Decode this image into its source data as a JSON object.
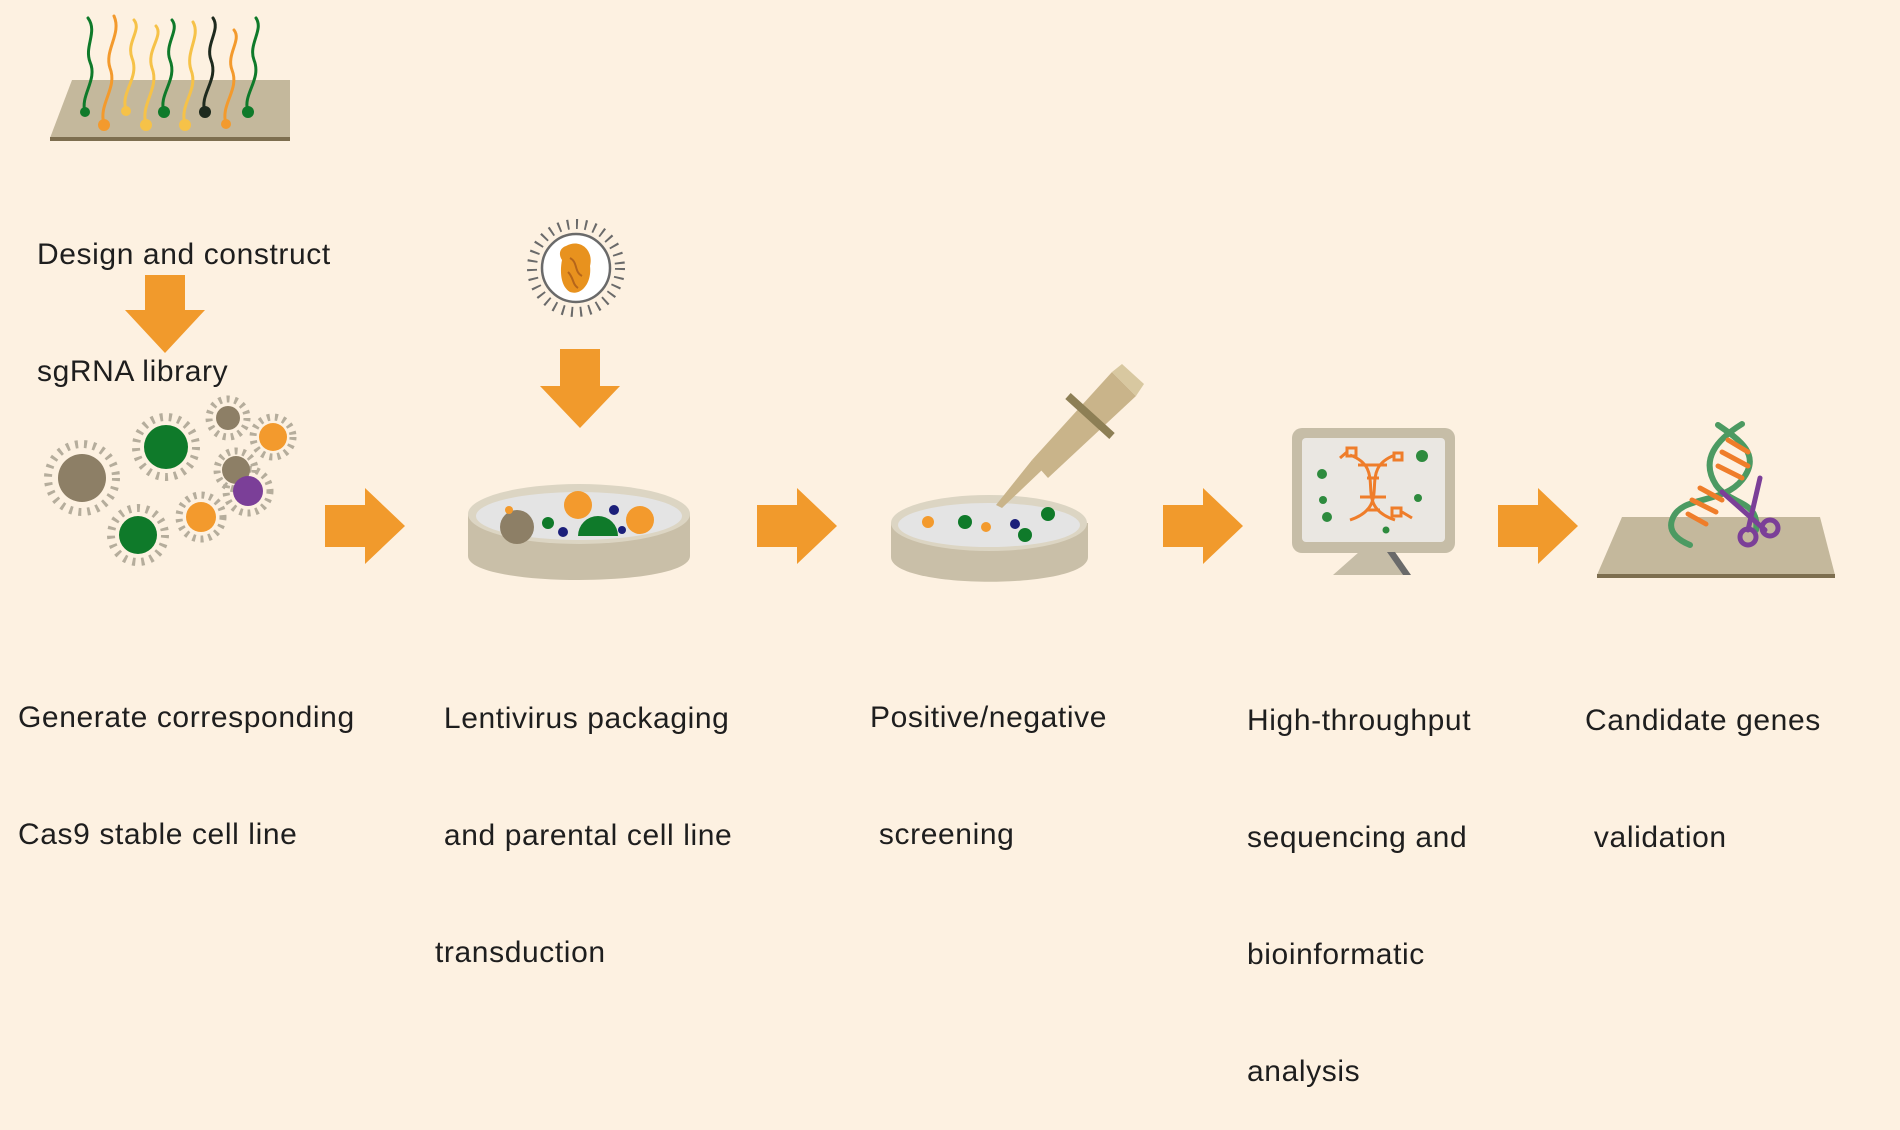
{
  "colors": {
    "background": "#fdf1e1",
    "arrow": "#f19a2c",
    "green": "#0f7a2a",
    "dark_green": "#0f5a20",
    "orange": "#f39a2d",
    "yellow": "#f6c248",
    "taupe": "#8d7f66",
    "purple": "#7b3f98",
    "navy": "#1b1f7a",
    "dish": "#c9bfa8",
    "pipette": "#c9b48a",
    "monitor": "#c6bda7"
  },
  "steps": {
    "library": {
      "lines": [
        "Design and construct",
        "sgRNA library"
      ]
    },
    "cell_line": {
      "lines": [
        "Generate corresponding",
        "Cas9 stable cell line"
      ]
    },
    "lentivirus": {
      "lines": [
        " Lentivirus packaging",
        " and parental cell line",
        "transduction"
      ]
    },
    "screening": {
      "lines": [
        "Positive/negative",
        " screening"
      ]
    },
    "sequencing": {
      "lines": [
        "High-throughput",
        "sequencing and",
        "bioinformatic",
        "analysis"
      ]
    },
    "validation": {
      "lines": [
        "Candidate genes",
        " validation"
      ]
    }
  },
  "icons": {
    "library": "sgrna-library-plate-icon",
    "cells": "cas9-cell-cluster-icon",
    "virus": "lentivirus-particle-icon",
    "dish": "petri-dish-icon",
    "pipette": "pipette-icon",
    "monitor": "monitor-dna-icon",
    "dna_scissors": "dna-scissors-icon"
  }
}
